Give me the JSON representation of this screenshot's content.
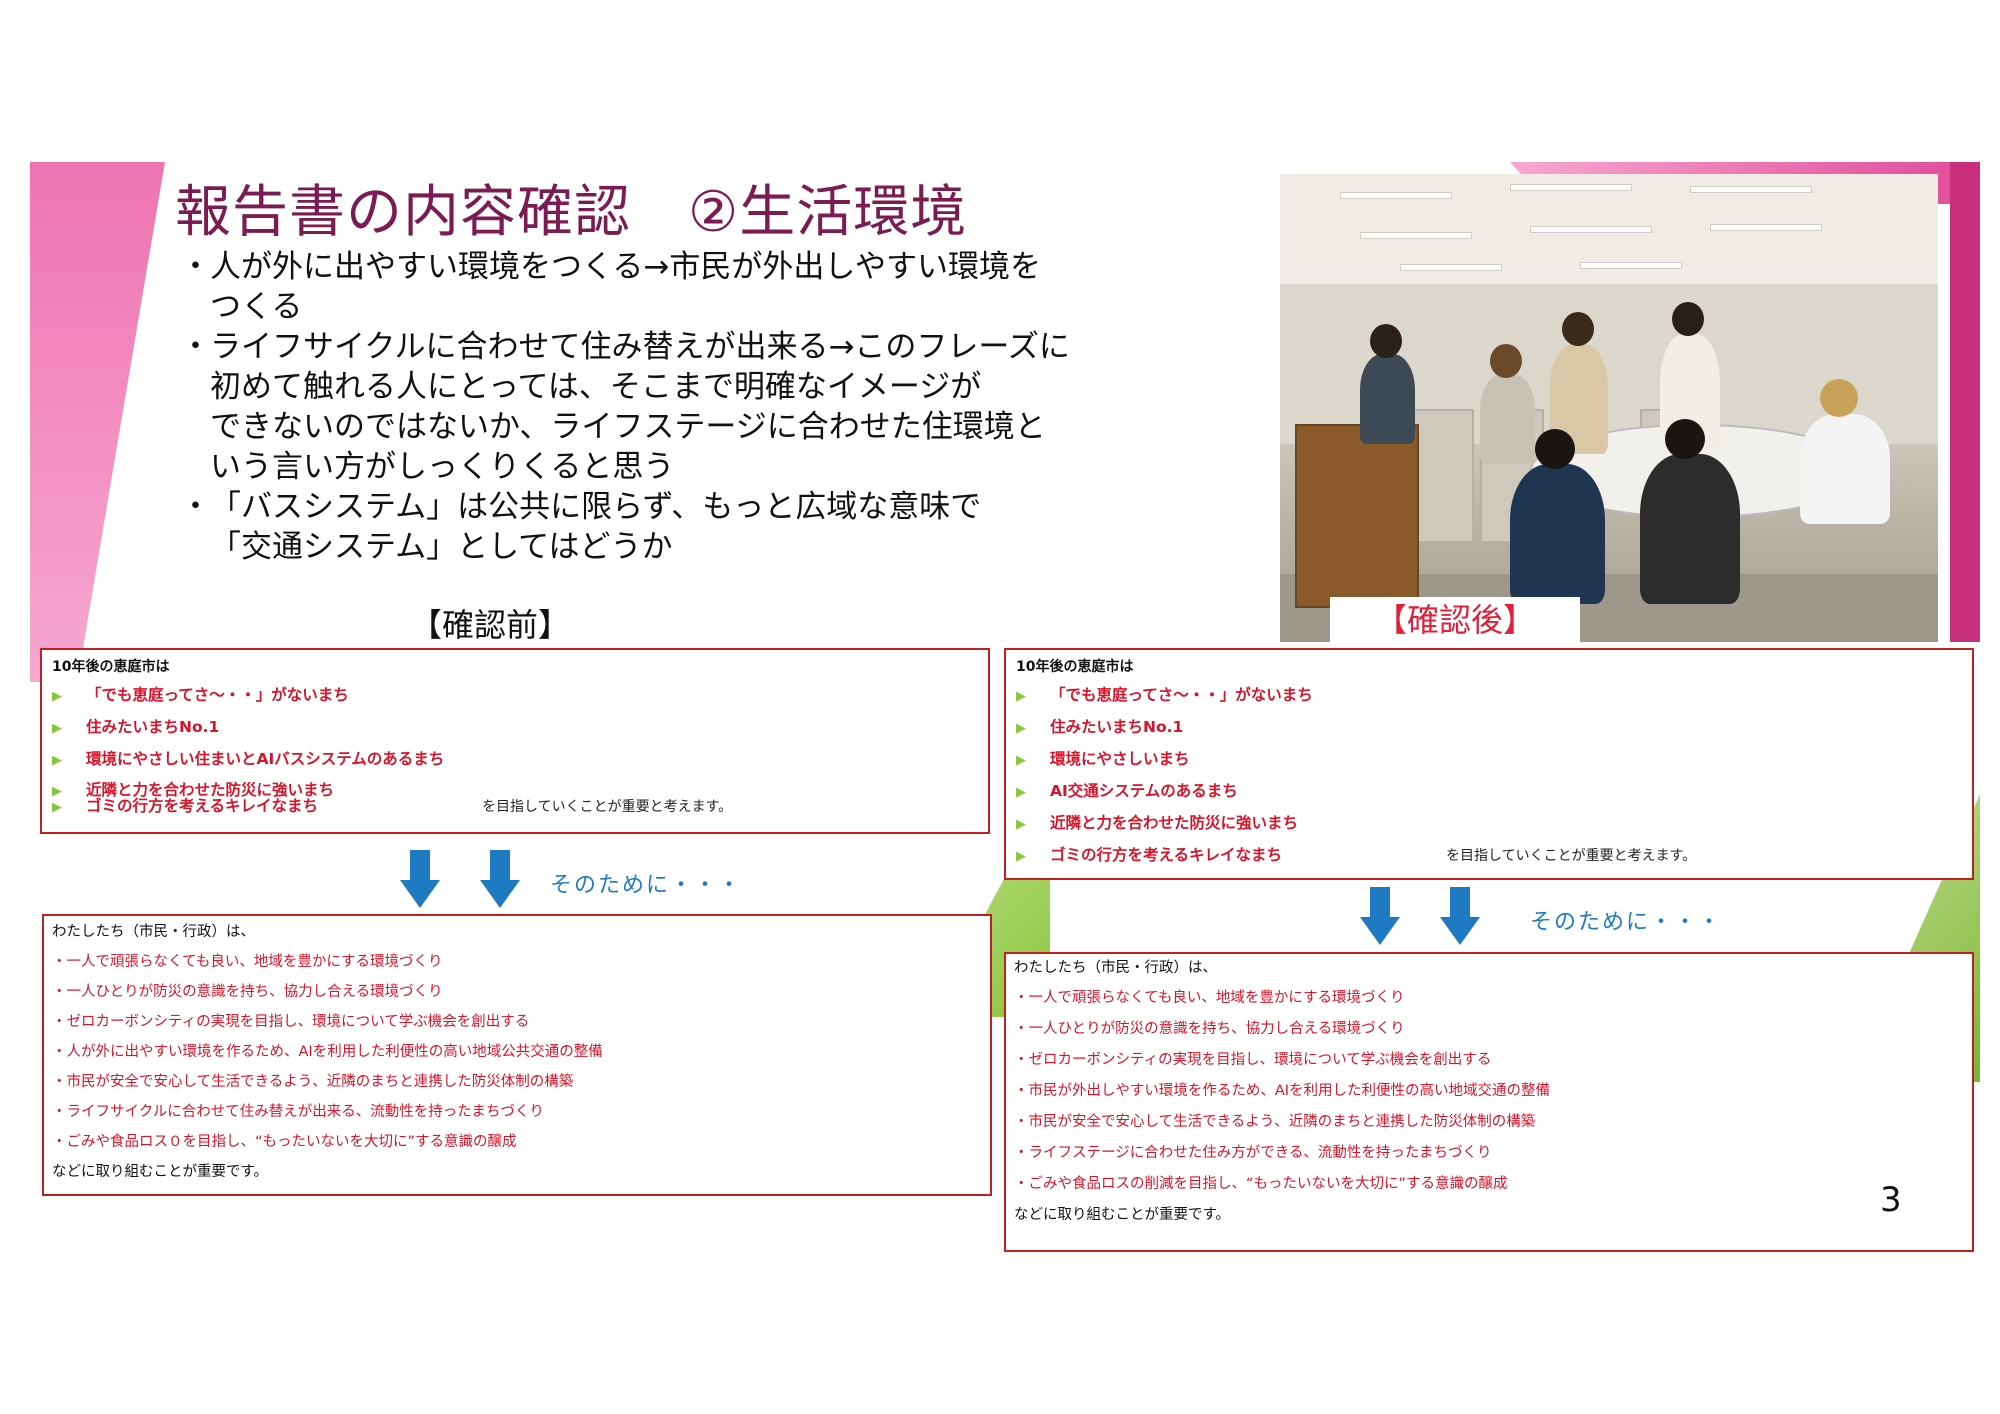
{
  "slide": {
    "title": "報告書の内容確認　②生活環境",
    "bullets": [
      {
        "dot": "・",
        "text": "人が外に出やすい環境をつくる→市民が外出しやすい環境を",
        "cont": [
          "つくる"
        ]
      },
      {
        "dot": "・",
        "text": "ライフサイクルに合わせて住み替えが出来る→このフレーズに",
        "cont": [
          "初めて触れる人にとっては、そこまで明確なイメージが",
          "できないのではないか、ライフステージに合わせた住環境と",
          "いう言い方がしっくりくると思う"
        ]
      },
      {
        "dot": "・",
        "text": "「バスシステム」は公共に限らず、もっと広域な意味で",
        "cont": [
          "「交通システム」としてはどうか"
        ]
      }
    ],
    "label_before": "【確認前】",
    "label_after": "【確認後】",
    "page_number": "3",
    "colors": {
      "title": "#7a1c52",
      "accent_red": "#d9142a",
      "arrow_blue": "#1f7ac4",
      "pink": "#e0499a",
      "green": "#8cc63f"
    }
  },
  "before": {
    "heading": "10年後の恵庭市は",
    "goals": [
      "「でも恵庭ってさ～・・」がないまち",
      "住みたいまちNo.1",
      "環境にやさしい住まいとAIバスシステムのあるまち",
      "近隣と力を合わせた防災に強いまち",
      "ゴミの行方を考えるキレイなまち"
    ],
    "goals_tail": "を目指していくことが重要と考えます。",
    "sonotame": "そのために・・・",
    "actions_head": "わたしたち（市民・行政）は、",
    "actions": [
      "・一人で頑張らなくても良い、地域を豊かにする環境づくり",
      "・一人ひとりが防災の意識を持ち、協力し合える環境づくり",
      "・ゼロカーボンシティの実現を目指し、環境について学ぶ機会を創出する",
      "・人が外に出やすい環境を作るため、AIを利用した利便性の高い地域公共交通の整備",
      "・市民が安全で安心して生活できるよう、近隣のまちと連携した防災体制の構築",
      "・ライフサイクルに合わせて住み替えが出来る、流動性を持ったまちづくり",
      "・ごみや食品ロス０を目指し、“もったいないを大切に”する意識の醸成"
    ],
    "actions_foot": "などに取り組むことが重要です。"
  },
  "after": {
    "heading": "10年後の恵庭市は",
    "goals": [
      "「でも恵庭ってさ～・・」がないまち",
      "住みたいまちNo.1",
      "環境にやさしいまち",
      "AI交通システムのあるまち",
      "近隣と力を合わせた防災に強いまち",
      "ゴミの行方を考えるキレイなまち"
    ],
    "goals_tail": "を目指していくことが重要と考えます。",
    "sonotame": "そのために・・・",
    "actions_head": "わたしたち（市民・行政）は、",
    "actions": [
      "・一人で頑張らなくても良い、地域を豊かにする環境づくり",
      "・一人ひとりが防災の意識を持ち、協力し合える環境づくり",
      "・ゼロカーボンシティの実現を目指し、環境について学ぶ機会を創出する",
      "・市民が外出しやすい環境を作るため、AIを利用した利便性の高い地域交通の整備",
      "・市民が安全で安心して生活できるよう、近隣のまちと連携した防災体制の構築",
      "・ライフステージに合わせた住み方ができる、流動性を持ったまちづくり",
      "・ごみや食品ロスの削減を目指し、“もったいないを大切に”する意識の醸成"
    ],
    "actions_foot": "などに取り組むことが重要です。"
  }
}
